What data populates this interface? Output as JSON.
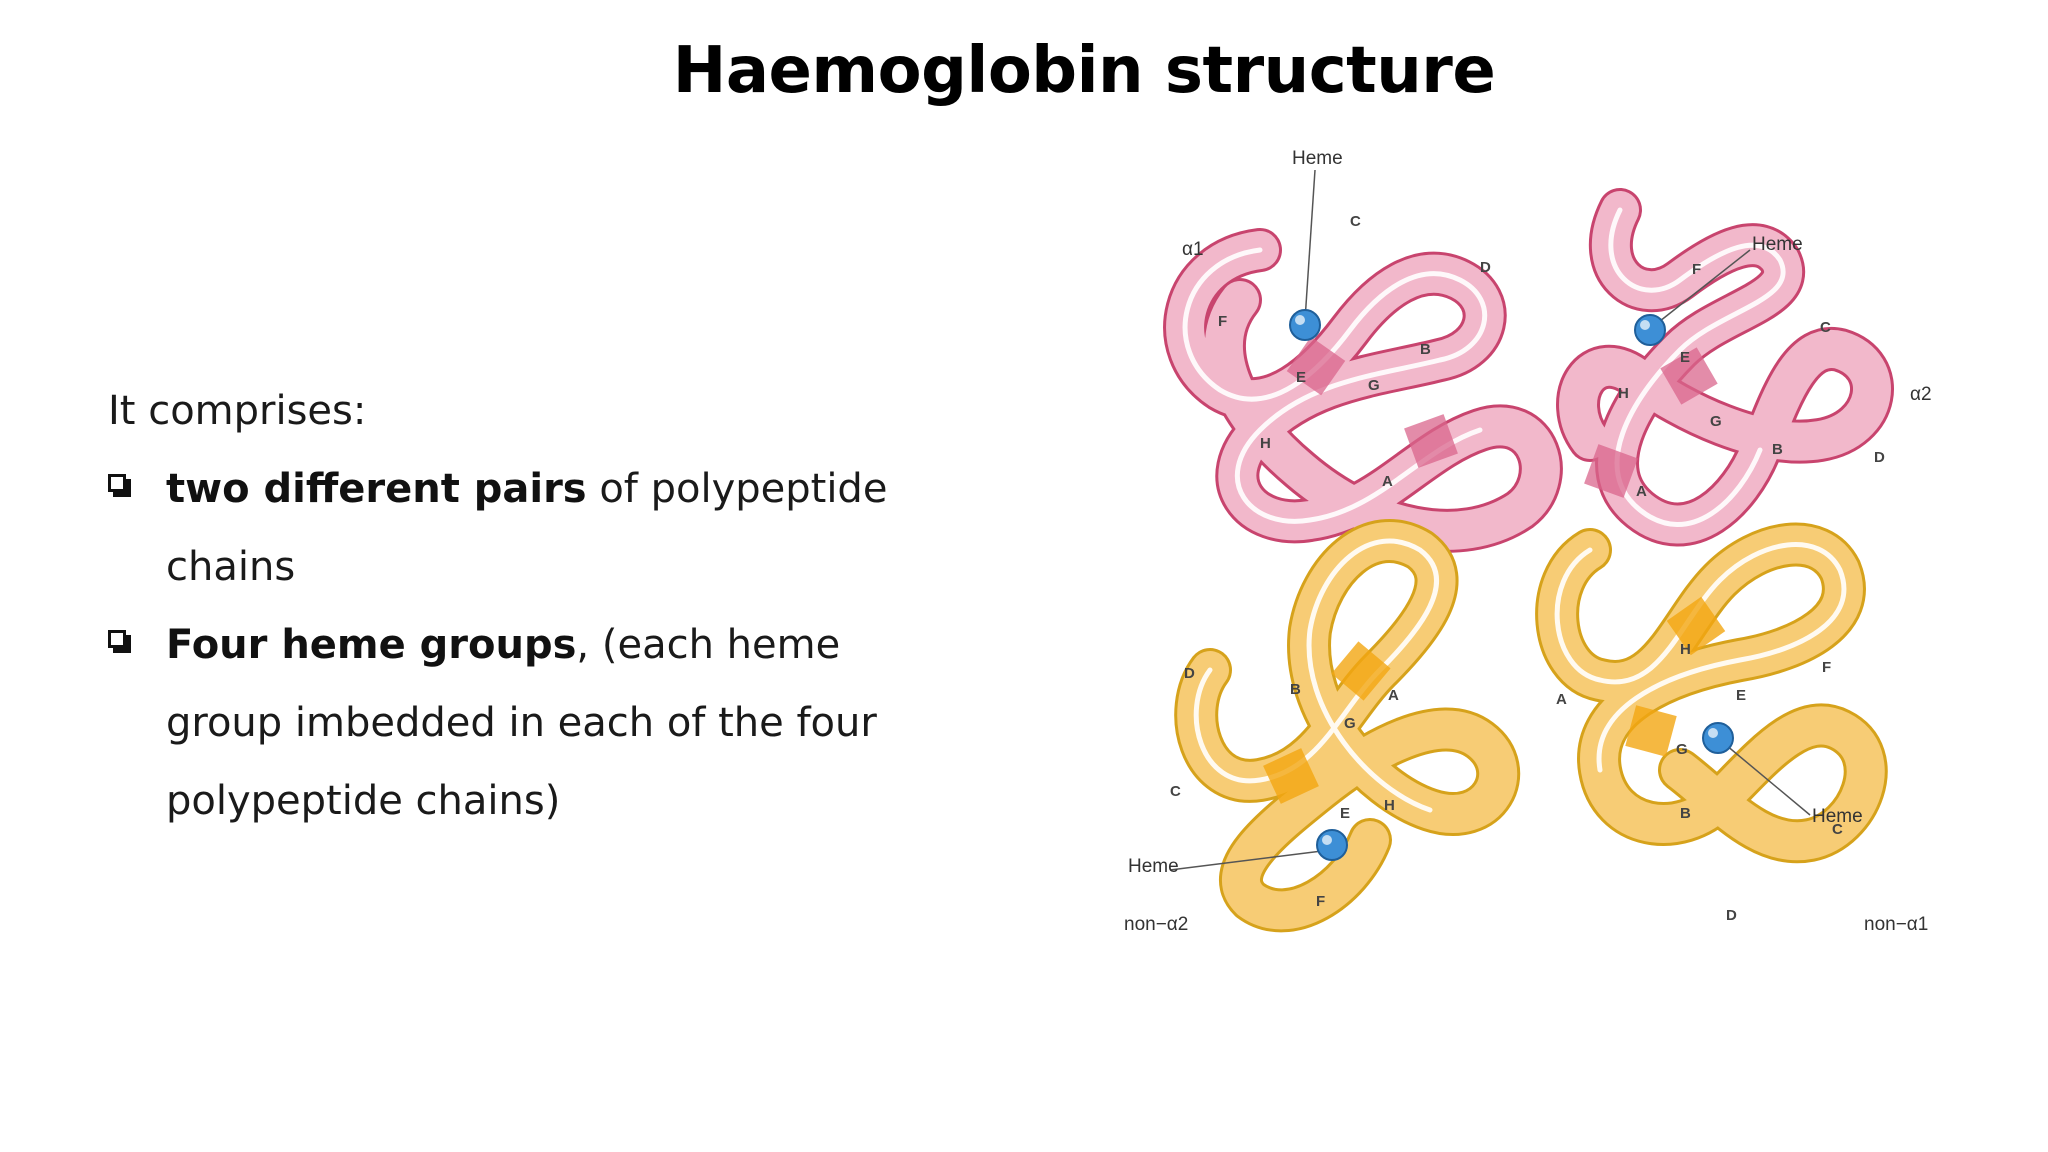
{
  "slide": {
    "title": "Haemoglobin structure",
    "intro": "It comprises:",
    "bullets": [
      {
        "bold": "two different pairs",
        "rest": " of polypeptide chains"
      },
      {
        "bold": "Four heme groups",
        "rest": ", (each heme group imbedded in each of the four polypeptide chains)"
      }
    ]
  },
  "figure": {
    "colors": {
      "alpha_chain": "#f2b8cb",
      "alpha_edge": "#c8446e",
      "alpha_dark": "#d9668c",
      "non_alpha_chain": "#f7cc75",
      "non_alpha_edge": "#d6a21b",
      "non_alpha_dark": "#f3a612",
      "heme_iron": "#3d8fd6"
    },
    "subunit_labels": {
      "alpha1": "α1",
      "alpha2": "α2",
      "non_alpha2": "non−α2",
      "non_alpha1": "non−α1"
    },
    "heme_label": "Heme",
    "segment_letters": {
      "A": "A",
      "B": "B",
      "C": "C",
      "D": "D",
      "E": "E",
      "F": "F",
      "G": "G",
      "H": "H"
    }
  }
}
